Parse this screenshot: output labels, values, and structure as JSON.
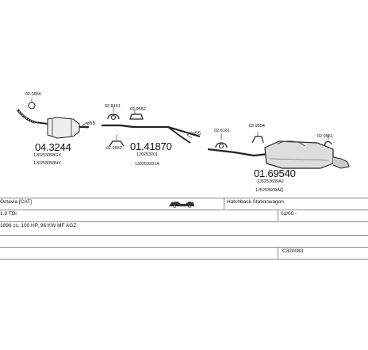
{
  "parts": {
    "c1": "02.0056",
    "p1": "04.3244",
    "p1_a": "1J0253058GX",
    "p1_b": "1J0253058NX",
    "d55_a": "⌀55",
    "c2": "02.8161",
    "c3": "02.9552",
    "c4": "02.9552",
    "p2": "01.41870",
    "p2_a": "1J0253201",
    "p2_b": "1J0253201A",
    "d55_b": "⌀55",
    "c5": "02.8161",
    "c6": "02.9554",
    "c7": "02.9561",
    "p3": "01.69540",
    "p3_a": "1J5253609AJ",
    "p3_b": "1J5253609AQ"
  },
  "spec": {
    "model": "Octavia   [CAT]",
    "body": "Hatchback Stationwagon",
    "engine": "1.9 TDi",
    "year": "01/00 -",
    "detail": "1896 cc, 100 HP, 96 KW MF AGZ",
    "ref": "C320083"
  }
}
